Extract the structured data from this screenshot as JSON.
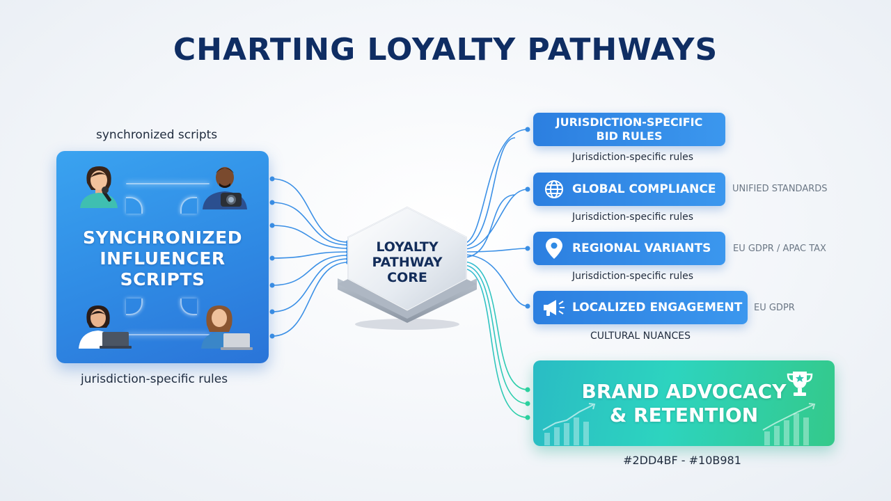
{
  "title": "CHARTING LOYALTY PATHWAYS",
  "left": {
    "caption_top": "synchronized scripts",
    "panel_title_lines": [
      "SYNCHRONIZED",
      "INFLUENCER",
      "SCRIPTS"
    ],
    "caption_bottom": "jurisdiction-specific rules"
  },
  "core": {
    "label_lines": [
      "LOYALTY",
      "PATHWAY",
      "CORE"
    ]
  },
  "right": {
    "boxes": [
      {
        "label_lines": [
          "JURISDICTION-SPECIFIC",
          "BID RULES"
        ],
        "sub": "Jurisdiction-specific rules",
        "side": ""
      },
      {
        "label": "GLOBAL COMPLIANCE",
        "icon": "globe-icon",
        "sub": "Jurisdiction-specific rules",
        "side": "UNIFIED STANDARDS"
      },
      {
        "label": "REGIONAL VARIANTS",
        "icon": "map-pin-icon",
        "sub": "Jurisdiction-specific rules",
        "side": "EU GDPR / APAC TAX"
      },
      {
        "label": "LOCALIZED ENGAGEMENT",
        "icon": "megaphone-icon",
        "sub": "CULTURAL NUANCES",
        "side": "EU GDPR"
      }
    ],
    "brand": {
      "label_lines": [
        "BRAND ADVOCACY",
        "& RETENTION"
      ],
      "icon": "trophy-icon",
      "gradient_note": "#2DD4BF - #10B981"
    }
  },
  "colors": {
    "title": "#0f2d63",
    "blue_accent": "#2f8ae4",
    "teal_start": "#2DD4BF",
    "green_end": "#10B981"
  }
}
